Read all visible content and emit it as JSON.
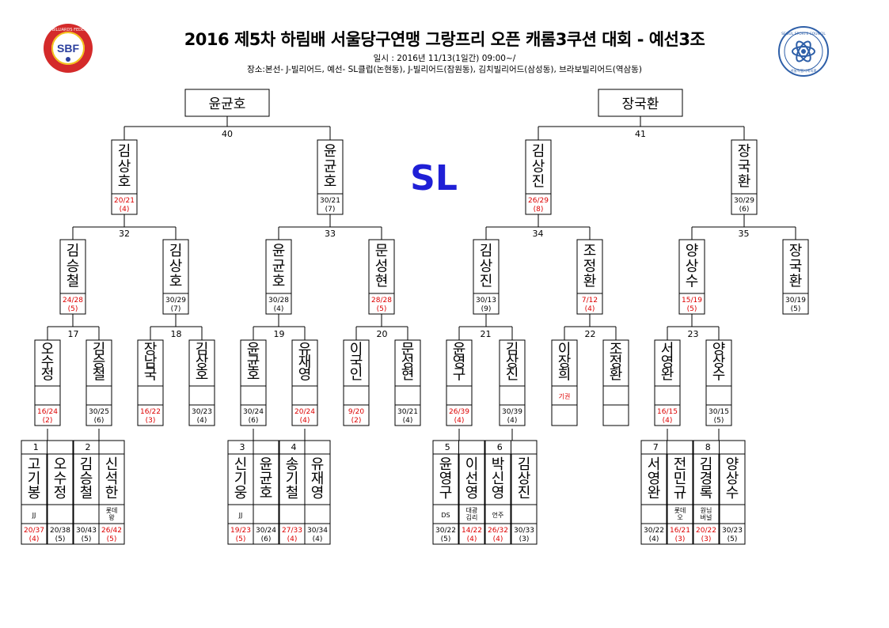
{
  "header": {
    "title": "2016 제5차 하림배 서울당구연맹 그랑프리 오픈 캐롬3쿠션 대회 - 예선3조",
    "date_line": "일시 : 2016년 11/13(1일간) 09:00~/",
    "venue_line": "장소:본선- J-빌리어드, 예선- SL클럽(논현동), J-빌리어드(잠원동), 김치빌리어드(삼성동), 브라보빌리어드(역삼동)"
  },
  "logos": {
    "left": {
      "monogram": "SBF",
      "ring_text": "SEOUL BILLIARDS FEDERATION",
      "color": "#d42a2a"
    },
    "right": {
      "ring_text": "SEOUL SPORTS COUNCIL",
      "caption": "서울특별시체육회",
      "color": "#2e5fa8"
    }
  },
  "venue_mark": "SL",
  "colors": {
    "loss_score": "#dd0000",
    "win_score": "#000000",
    "venue_mark": "#1f1fd6"
  },
  "bracket": {
    "finals": [
      "윤균호",
      "장국환"
    ],
    "top_match_numbers": [
      "40",
      "41"
    ],
    "level2": {
      "match_numbers": [
        "32",
        "33",
        "34",
        "35"
      ],
      "players": [
        {
          "name": "김상호",
          "score": "20/21",
          "rank": "(4)",
          "loss": true
        },
        {
          "name": "윤균호",
          "score": "30/21",
          "rank": "(7)",
          "loss": false
        },
        {
          "name": "김상진",
          "score": "26/29",
          "rank": "(8)",
          "loss": true
        },
        {
          "name": "장국환",
          "score": "30/29",
          "rank": "(6)",
          "loss": false
        }
      ]
    },
    "level3": {
      "match_numbers": [
        "17",
        "18",
        "19",
        "20",
        "21",
        "22",
        "23"
      ],
      "players": [
        {
          "name": "김승철",
          "score": "24/28",
          "rank": "(5)",
          "loss": true
        },
        {
          "name": "김상호",
          "score": "30/29",
          "rank": "(7)",
          "loss": false
        },
        {
          "name": "윤균호",
          "score": "30/28",
          "rank": "(4)",
          "loss": false
        },
        {
          "name": "문성현",
          "score": "28/28",
          "rank": "(5)",
          "loss": true
        },
        {
          "name": "김상진",
          "score": "30/13",
          "rank": "(9)",
          "loss": false
        },
        {
          "name": "조정환",
          "score": "7/12",
          "rank": "(4)",
          "loss": true
        },
        {
          "name": "양상수",
          "score": "15/19",
          "rank": "(5)",
          "loss": true
        },
        {
          "name": "장국환",
          "score": "30/19",
          "rank": "(5)",
          "loss": false
        }
      ]
    },
    "level4": {
      "match_numbers": [
        "1",
        "2",
        "3",
        "4",
        "5",
        "6",
        "7",
        "8"
      ],
      "players": [
        {
          "name": "오수정",
          "score": "16/24",
          "rank": "(2)",
          "loss": true,
          "note": ""
        },
        {
          "name": "김승철",
          "score": "30/25",
          "rank": "(6)",
          "loss": false,
          "note": ""
        },
        {
          "name": "장남국",
          "score": "16/22",
          "rank": "(3)",
          "loss": true,
          "note": ""
        },
        {
          "name": "김상호",
          "score": "30/23",
          "rank": "(4)",
          "loss": false,
          "note": ""
        },
        {
          "name": "윤균호",
          "score": "30/24",
          "rank": "(6)",
          "loss": false,
          "note": ""
        },
        {
          "name": "유재영",
          "score": "20/24",
          "rank": "(4)",
          "loss": true,
          "note": ""
        },
        {
          "name": "이국인",
          "score": "9/20",
          "rank": "(2)",
          "loss": true,
          "note": ""
        },
        {
          "name": "문성현",
          "score": "30/21",
          "rank": "(4)",
          "loss": false,
          "note": ""
        },
        {
          "name": "윤영구",
          "score": "26/39",
          "rank": "(4)",
          "loss": true,
          "note": ""
        },
        {
          "name": "김상진",
          "score": "30/39",
          "rank": "(4)",
          "loss": false,
          "note": ""
        },
        {
          "name": "이장희",
          "score": "",
          "rank": "",
          "loss": true,
          "note": "기권"
        },
        {
          "name": "조정환",
          "score": "",
          "rank": "",
          "loss": false,
          "note": ""
        },
        {
          "name": "서영완",
          "score": "16/15",
          "rank": "(4)",
          "loss": true,
          "note": ""
        },
        {
          "name": "양상수",
          "score": "30/15",
          "rank": "(5)",
          "loss": false,
          "note": ""
        }
      ]
    },
    "level5": [
      {
        "name": "고기봉",
        "note": "JJ",
        "score": "20/37",
        "rank": "(4)",
        "loss": true
      },
      {
        "name": "오수정",
        "note": "",
        "score": "20/38",
        "rank": "(5)",
        "loss": false
      },
      {
        "name": "김승철",
        "note": "",
        "score": "30/43",
        "rank": "(5)",
        "loss": false
      },
      {
        "name": "신석한",
        "note": "롯데 왕",
        "score": "26/42",
        "rank": "(5)",
        "loss": true
      },
      {
        "name": "신기웅",
        "note": "JJ",
        "score": "19/23",
        "rank": "(5)",
        "loss": true
      },
      {
        "name": "윤균호",
        "note": "",
        "score": "30/24",
        "rank": "(6)",
        "loss": false
      },
      {
        "name": "송기철",
        "note": "",
        "score": "27/33",
        "rank": "(4)",
        "loss": true
      },
      {
        "name": "유재영",
        "note": "",
        "score": "30/34",
        "rank": "(4)",
        "loss": false
      },
      {
        "name": "윤영구",
        "note": "DS",
        "score": "30/22",
        "rank": "(5)",
        "loss": false
      },
      {
        "name": "이선영",
        "note": "대광 김리",
        "score": "14/22",
        "rank": "(4)",
        "loss": true
      },
      {
        "name": "박신영",
        "note": "언주",
        "score": "26/32",
        "rank": "(4)",
        "loss": true
      },
      {
        "name": "김상진",
        "note": "",
        "score": "30/33",
        "rank": "(3)",
        "loss": false
      },
      {
        "name": "서영완",
        "note": "",
        "score": "30/22",
        "rank": "(4)",
        "loss": false
      },
      {
        "name": "전민규",
        "note": "롯데 오",
        "score": "16/21",
        "rank": "(3)",
        "loss": true
      },
      {
        "name": "김경록",
        "note": "원님 버널",
        "score": "20/22",
        "rank": "(3)",
        "loss": true
      },
      {
        "name": "양상수",
        "note": "",
        "score": "30/23",
        "rank": "(5)",
        "loss": false
      }
    ]
  }
}
